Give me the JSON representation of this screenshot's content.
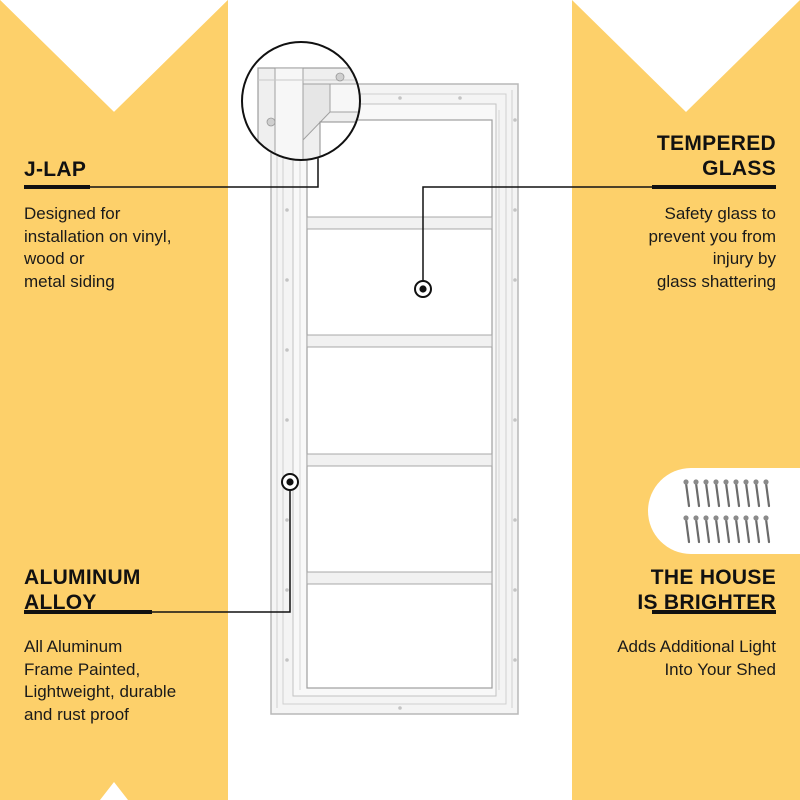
{
  "colors": {
    "band": "#FDD06A",
    "frame": "#F4F4F4",
    "frame_edge": "#B8B8B8",
    "glass": "#FFFFFF",
    "leader": "#111111"
  },
  "icons": [
    "j-lap-detail-icon",
    "window-frame-icon",
    "screw-pack-icon",
    "callout-dot-icon"
  ],
  "callouts": {
    "jlap": {
      "title": "J-LAP",
      "body": [
        "Designed for",
        "installation on vinyl,",
        "wood or",
        "metal siding"
      ]
    },
    "glass": {
      "title": [
        "TEMPERED",
        "GLASS"
      ],
      "body": [
        "Safety glass to",
        "prevent you from",
        "injury by",
        "glass shattering"
      ]
    },
    "aluminum": {
      "title": [
        "ALUMINUM",
        "ALLOY"
      ],
      "body": [
        "All Aluminum",
        "Frame Painted,",
        "Lightweight, durable",
        "and rust proof"
      ]
    },
    "brighter": {
      "title": [
        "THE HOUSE",
        "IS BRIGHTER"
      ],
      "body": [
        "Adds Additional Light",
        "Into Your Shed"
      ]
    }
  }
}
